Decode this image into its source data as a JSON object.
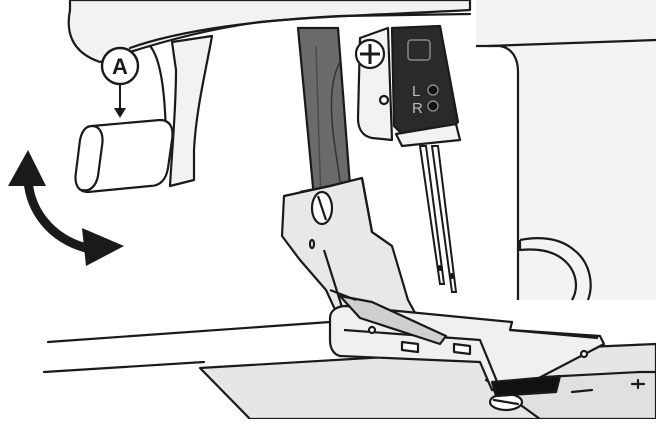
{
  "callout": {
    "letter": "A"
  },
  "needle_clamp": {
    "left_label": "L",
    "right_label": "R"
  }
}
